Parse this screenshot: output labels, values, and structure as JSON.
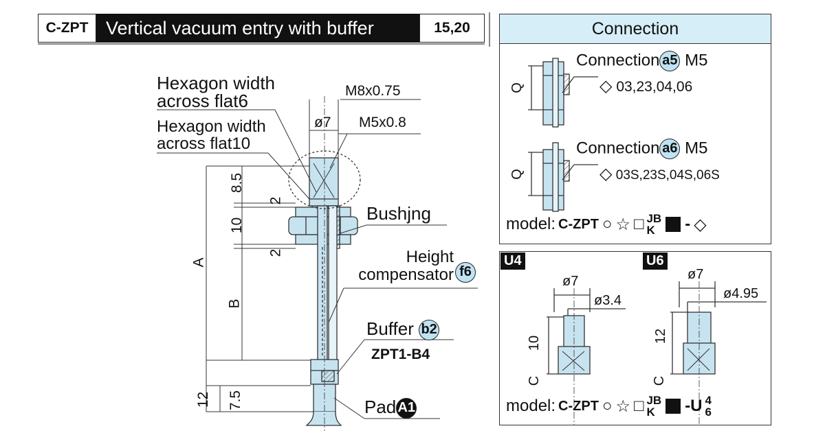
{
  "header": {
    "code": "C-ZPT",
    "title": "Vertical vacuum entry with buffer",
    "sizes": "15,20"
  },
  "main_drawing": {
    "hex6": [
      "Hexagon width",
      "across flat6"
    ],
    "hex10": [
      "Hexagon width",
      "across flat10"
    ],
    "thread1": "M8x0.75",
    "dia": "ø7",
    "thread2": "M5x0.8",
    "bushing": "Bushjng",
    "height": [
      "Height",
      "compensator"
    ],
    "height_code": "f6",
    "buffer": "Buffer",
    "buffer_code": "b2",
    "buffer_part": "ZPT1-B4",
    "pad": "Pad",
    "pad_code": "A1",
    "dims": {
      "d85": "8.5",
      "d2a": "2",
      "d10": "10",
      "d2b": "2",
      "A": "A",
      "B": "B",
      "d12": "12",
      "d75": "7.5"
    }
  },
  "connection": {
    "title": "Connection",
    "c1": {
      "label": "Connection",
      "code": "a5",
      "thread": "M5",
      "options": "03,23,04,06",
      "dim": "Q"
    },
    "c2": {
      "label": "Connection",
      "code": "a6",
      "thread": "M5",
      "options": "03S,23S,04S,06S",
      "dim": "Q"
    },
    "model_prefix": "model:",
    "model_code": "C-ZPT",
    "model_end": "-"
  },
  "u_panel": {
    "u4": {
      "tag": "U4",
      "d1": "ø7",
      "d2": "ø3.4",
      "h": "10",
      "c": "C"
    },
    "u6": {
      "tag": "U6",
      "d1": "ø7",
      "d2": "ø4.95",
      "h": "12",
      "c": "C"
    },
    "model_prefix": "model:",
    "model_code": "C-ZPT",
    "stack_top": "JB",
    "stack_bottom": "K",
    "suffix": "-U",
    "frac_top": "4",
    "frac_bottom": "6"
  },
  "symbols": {
    "circle": "○",
    "star": "☆",
    "square": "□",
    "diamond": "◇"
  },
  "colors": {
    "accent": "#d6eef7",
    "badge": "#bfe3f2",
    "metal": "#c7e3ef"
  }
}
